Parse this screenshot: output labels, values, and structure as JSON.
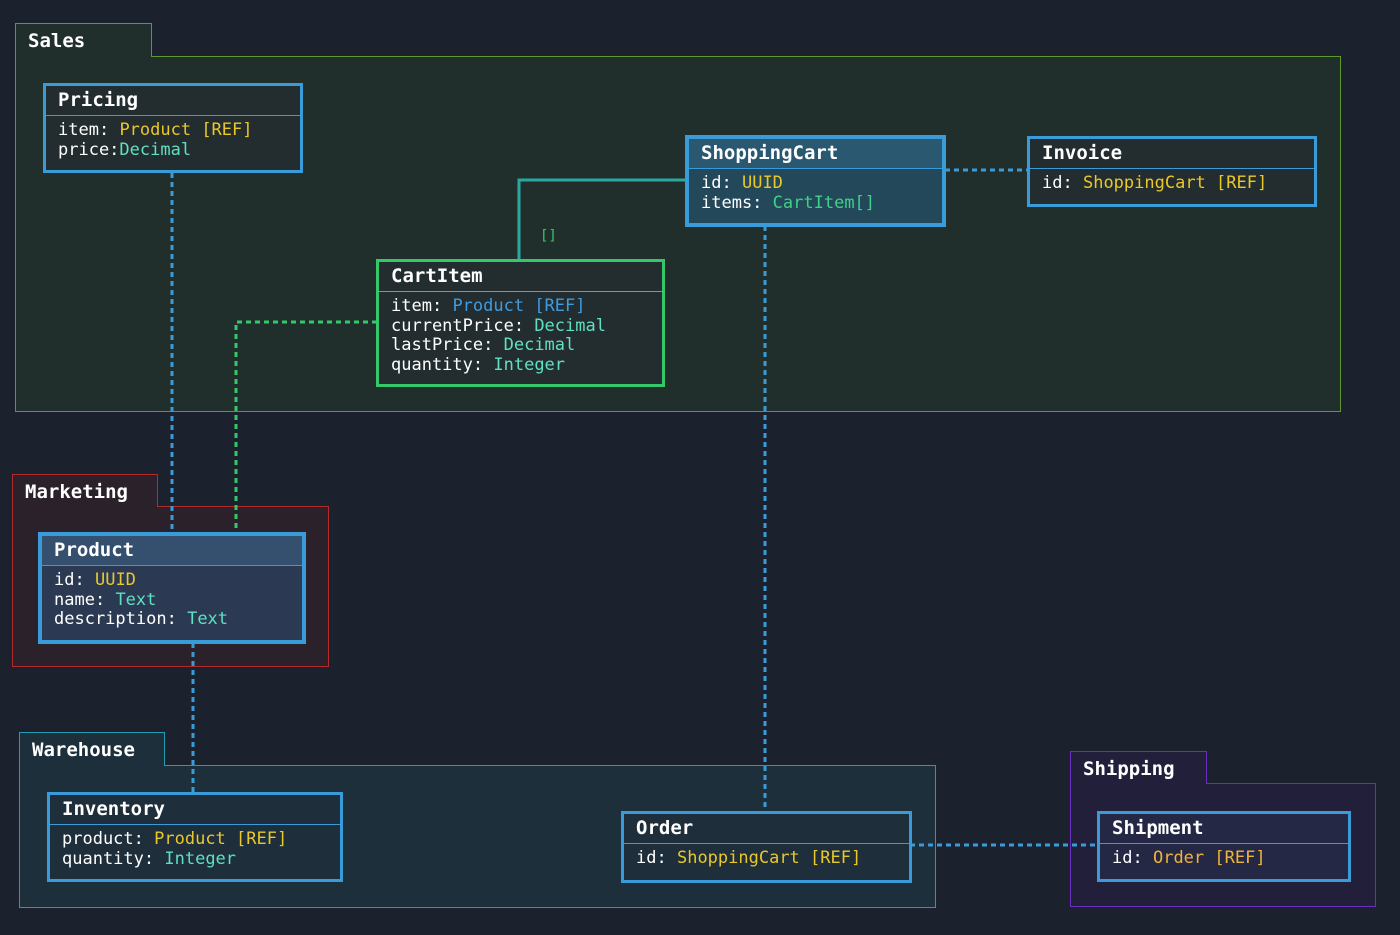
{
  "groups": {
    "sales": "Sales",
    "marketing": "Marketing",
    "warehouse": "Warehouse",
    "shipping": "Shipping"
  },
  "entities": {
    "pricing": {
      "title": "Pricing",
      "fields": [
        {
          "name": "item:",
          "type": "Product [REF]"
        },
        {
          "name": "price:",
          "type": "Decimal"
        }
      ]
    },
    "shoppingcart": {
      "title": "ShoppingCart",
      "fields": [
        {
          "name": "id:",
          "type": "UUID"
        },
        {
          "name": "items:",
          "type": "CartItem[]"
        }
      ]
    },
    "invoice": {
      "title": "Invoice",
      "fields": [
        {
          "name": "id:",
          "type": "ShoppingCart [REF]"
        }
      ]
    },
    "cartitem": {
      "title": "CartItem",
      "fields": [
        {
          "name": "item:",
          "type": "Product [REF]"
        },
        {
          "name": "currentPrice:",
          "type": "Decimal"
        },
        {
          "name": "lastPrice:",
          "type": "Decimal"
        },
        {
          "name": "quantity:",
          "type": "Integer"
        }
      ]
    },
    "product": {
      "title": "Product",
      "fields": [
        {
          "name": "id:",
          "type": "UUID"
        },
        {
          "name": "name:",
          "type": "Text"
        },
        {
          "name": "description:",
          "type": "Text"
        }
      ]
    },
    "inventory": {
      "title": "Inventory",
      "fields": [
        {
          "name": "product:",
          "type": "Product [REF]"
        },
        {
          "name": "quantity:",
          "type": "Integer"
        }
      ]
    },
    "order": {
      "title": "Order",
      "fields": [
        {
          "name": "id:",
          "type": "ShoppingCart [REF]"
        }
      ]
    },
    "shipment": {
      "title": "Shipment",
      "fields": [
        {
          "name": "id:",
          "type": "Order [REF]"
        }
      ]
    }
  },
  "connectors": {
    "cart_items_label": "[]"
  },
  "colors": {
    "background": "#1b212d",
    "sales": "#6fae3a",
    "marketing": "#b52a2a",
    "warehouse": "#1f9db2",
    "shipping": "#6a2fc0",
    "entity_border_blue": "#3a9bd9",
    "entity_border_green": "#35c86a",
    "link_blue": "#3a9bd9",
    "link_green": "#35c86a"
  }
}
